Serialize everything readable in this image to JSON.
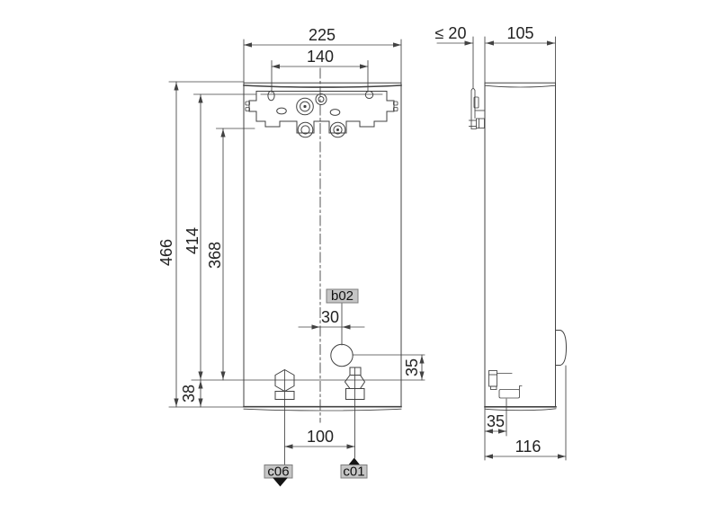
{
  "drawing": {
    "front_view": {
      "width_total": "225",
      "mounting_hole_spacing": "140",
      "height_total": "466",
      "top_to_connections": "414",
      "lower_bracket_to_connections": "368",
      "connections_to_bottom": "38",
      "centerline_to_b02": "30",
      "b02_above_connections": "35",
      "connection_spacing": "100",
      "labels": {
        "b02": "b02",
        "c06": "c06",
        "c01": "c01"
      }
    },
    "side_view": {
      "wall_clearance_max": "≤ 20",
      "body_depth": "105",
      "back_to_drain": "35",
      "total_depth": "116"
    },
    "colors": {
      "line": "#424242",
      "text": "#222222",
      "label_bg": "#c5c5c5",
      "label_border": "#7d7d7d",
      "marker": "#141414",
      "background": "#ffffff"
    }
  }
}
